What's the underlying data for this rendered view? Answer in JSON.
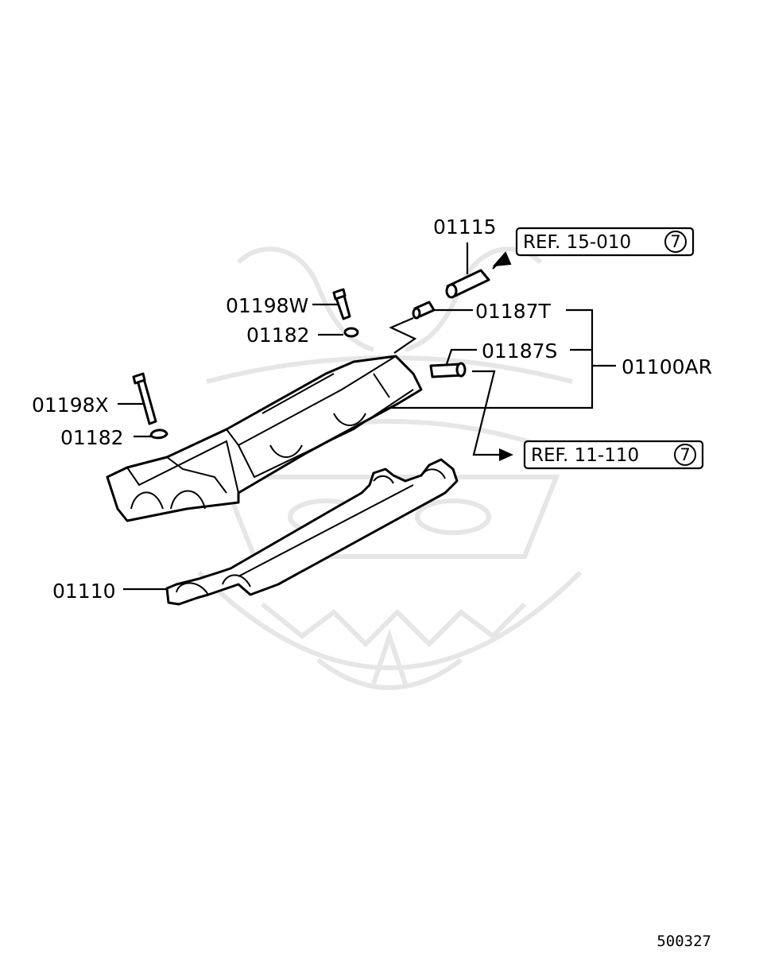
{
  "callouts": {
    "p01115": "01115",
    "p01198W": "01198W",
    "p01182_top": "01182",
    "p01187T": "01187T",
    "p01187S": "01187S",
    "p01100AR": "01100AR",
    "p01198X": "01198X",
    "p01182_left": "01182",
    "p01110": "01110"
  },
  "references": {
    "ref_top": {
      "text": "REF. 15-010",
      "circle": "7"
    },
    "ref_bottom": {
      "text": "REF. 11-110",
      "circle": "7"
    }
  },
  "figure_code": "500327"
}
